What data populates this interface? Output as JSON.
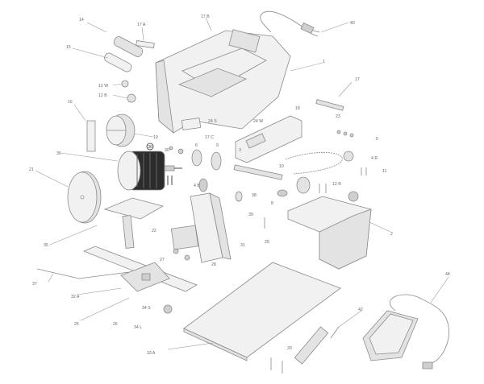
{
  "diagram": {
    "callouts": [
      {
        "id": "c14",
        "text": "14"
      },
      {
        "id": "c17a",
        "text": "17 A"
      },
      {
        "id": "c17b",
        "text": "17 B"
      },
      {
        "id": "c40",
        "text": "40"
      },
      {
        "id": "c15",
        "text": "15"
      },
      {
        "id": "c16",
        "text": "16"
      },
      {
        "id": "c1",
        "text": "1"
      },
      {
        "id": "c12w",
        "text": "12 W"
      },
      {
        "id": "c12b",
        "text": "12 B"
      },
      {
        "id": "c18",
        "text": "18"
      },
      {
        "id": "c17",
        "text": "17"
      },
      {
        "id": "c19",
        "text": "19"
      },
      {
        "id": "c17c",
        "text": "17 C"
      },
      {
        "id": "c24s",
        "text": "24 S"
      },
      {
        "id": "c24w",
        "text": "24 W"
      },
      {
        "id": "c23",
        "text": "23"
      },
      {
        "id": "c5",
        "text": "5"
      },
      {
        "id": "c4r",
        "text": "4 R"
      },
      {
        "id": "c11",
        "text": "11"
      },
      {
        "id": "c36",
        "text": "36"
      },
      {
        "id": "c30",
        "text": "30"
      },
      {
        "id": "c21",
        "text": "21"
      },
      {
        "id": "c6",
        "text": "6"
      },
      {
        "id": "c9",
        "text": "9"
      },
      {
        "id": "c3",
        "text": "3"
      },
      {
        "id": "c10",
        "text": "10"
      },
      {
        "id": "c4b",
        "text": "4 B"
      },
      {
        "id": "c38",
        "text": "38"
      },
      {
        "id": "c8",
        "text": "8"
      },
      {
        "id": "c12r",
        "text": "12 R"
      },
      {
        "id": "c35",
        "text": "35"
      },
      {
        "id": "c22",
        "text": "22"
      },
      {
        "id": "c29",
        "text": "29"
      },
      {
        "id": "c31",
        "text": "31"
      },
      {
        "id": "c27",
        "text": "27"
      },
      {
        "id": "c28",
        "text": "28"
      },
      {
        "id": "c39",
        "text": "39"
      },
      {
        "id": "c2",
        "text": "2"
      },
      {
        "id": "c37",
        "text": "37"
      },
      {
        "id": "c32a",
        "text": "32 A"
      },
      {
        "id": "c34s",
        "text": "34 S"
      },
      {
        "id": "c34l",
        "text": "34 L"
      },
      {
        "id": "c25",
        "text": "25"
      },
      {
        "id": "c26",
        "text": "26"
      },
      {
        "id": "c33a",
        "text": "33 A"
      },
      {
        "id": "c44",
        "text": "44"
      },
      {
        "id": "c42",
        "text": "42"
      },
      {
        "id": "c20",
        "text": "20"
      }
    ],
    "motor_label_icon": "warning-circle-icon"
  }
}
